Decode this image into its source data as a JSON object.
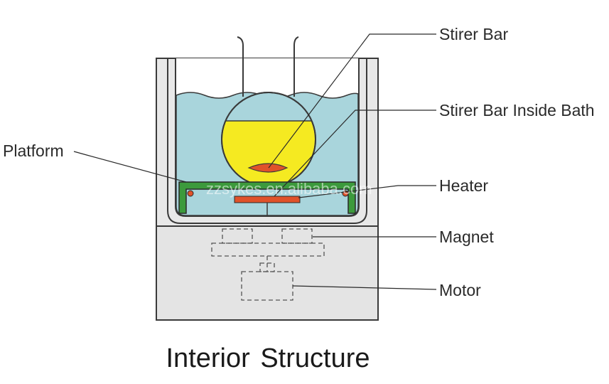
{
  "labels": {
    "stirer_bar": "Stirer Bar",
    "stirer_bar_inside_bath": "Stirer Bar Inside Bath",
    "platform": "Platform",
    "heater": "Heater",
    "magnet": "Magnet",
    "motor": "Motor"
  },
  "caption": "Interior Structure",
  "watermark": "zzsykes.en.alibaba.com",
  "colors": {
    "water": "#a9d5dc",
    "liquid": "#f5ea21",
    "stirer_bar": "#e0522a",
    "platform": "#3c9a3c",
    "heater": "#e0522a",
    "base": "#e5e5e5",
    "outline": "#3a3a3a"
  }
}
